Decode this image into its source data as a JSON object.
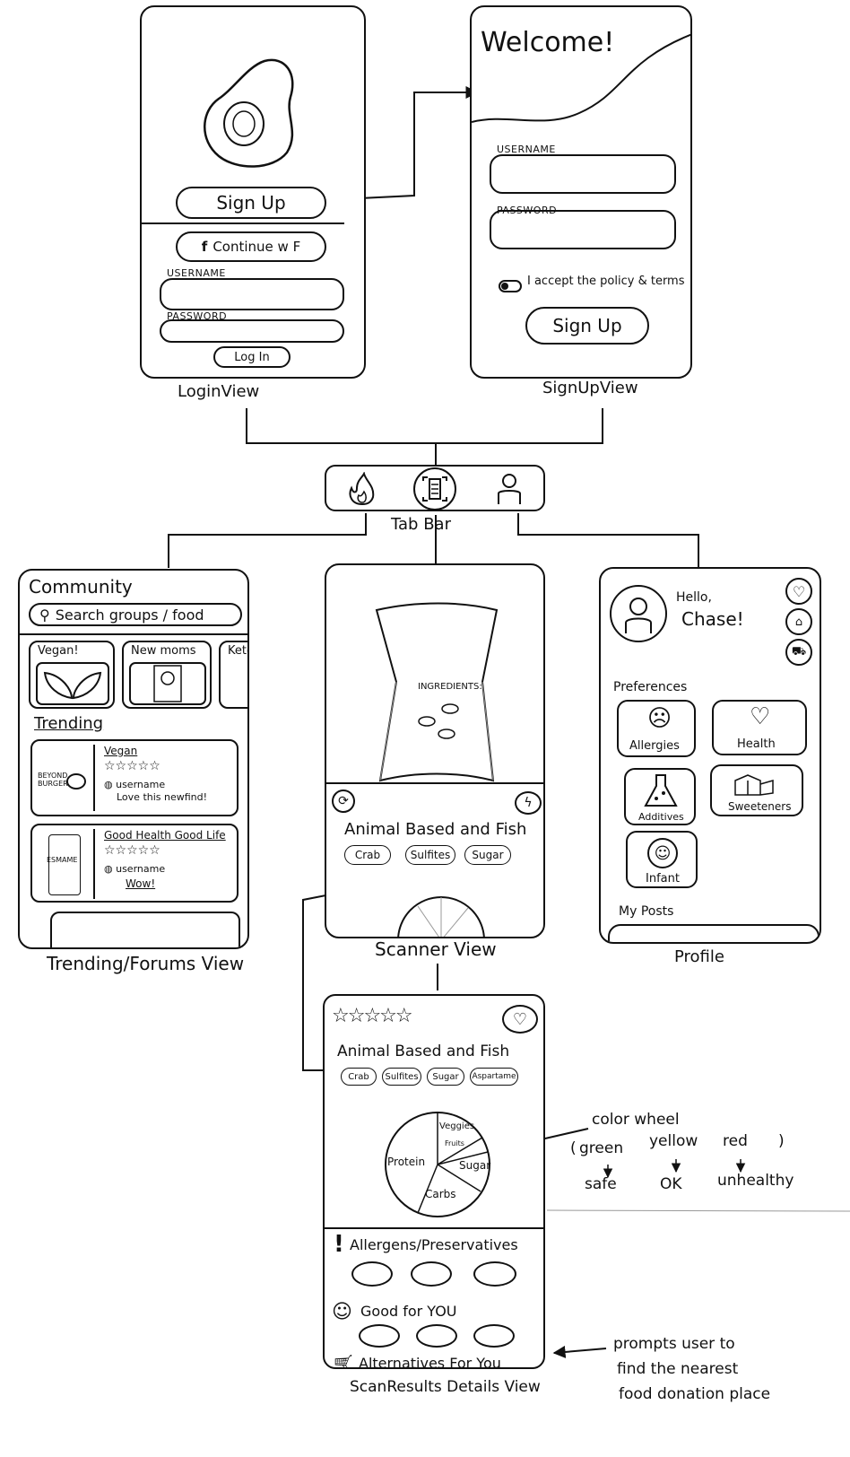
{
  "login": {
    "signup_label": "Sign Up",
    "continue_label": "Continue w F",
    "username_label": "USERNAME",
    "password_label": "PASSWORD",
    "login_label": "Log In",
    "caption": "LoginView"
  },
  "signup": {
    "welcome": "Welcome!",
    "username_label": "USERNAME",
    "password_label": "PASSWORD",
    "terms": "I accept the policy & terms",
    "signup_label": "Sign Up",
    "caption": "SignUpView"
  },
  "tabbar": {
    "caption": "Tab Bar"
  },
  "community": {
    "title": "Community",
    "search": "Search groups / food",
    "groups": [
      "Vegan!",
      "New moms",
      "Keto"
    ],
    "trending": "Trending",
    "posts": [
      {
        "title": "Vegan",
        "user": "username",
        "comment": "Love this newfind!",
        "stars": "☆☆☆☆☆",
        "thumb": "BEYOND BURGER"
      },
      {
        "title": "Good Health Good Life",
        "user": "username",
        "comment": "Wow!",
        "stars": "☆☆☆☆☆",
        "thumb": "ESMAME"
      }
    ],
    "caption": "Trending/Forums View"
  },
  "scanner": {
    "label": "INGREDIENTS:",
    "category": "Animal Based and Fish",
    "chips": [
      "Crab",
      "Sulfites",
      "Sugar"
    ],
    "caption": "Scanner View"
  },
  "profile": {
    "hello": "Hello,",
    "name": "Chase!",
    "preferences": "Preferences",
    "prefs": [
      "Allergies",
      "Health",
      "Additives",
      "Sweeteners",
      "Infant"
    ],
    "my_posts": "My Posts",
    "caption": "Profile"
  },
  "details": {
    "stars": "☆☆☆☆☆",
    "category": "Animal Based and Fish",
    "chips": [
      "Crab",
      "Sulfites",
      "Sugar",
      "Aspartame"
    ],
    "pie_labels": [
      "Protein",
      "Veggies",
      "Fruits",
      "Sugar",
      "Carbs"
    ],
    "allergens": "Allergens/Preservatives",
    "good": "Good for YOU",
    "alternatives": "Alternatives For You",
    "caption": "ScanResults Details View"
  },
  "notes": {
    "color_wheel": "color wheel",
    "paren_open": "(",
    "green": "green",
    "yellow": "yellow",
    "red": "red",
    "paren_close": ")",
    "safe": "safe",
    "ok": "OK",
    "unhealthy": "unhealthy",
    "prompt_1": "prompts user to",
    "prompt_2": "find the nearest",
    "prompt_3": "food donation place"
  }
}
